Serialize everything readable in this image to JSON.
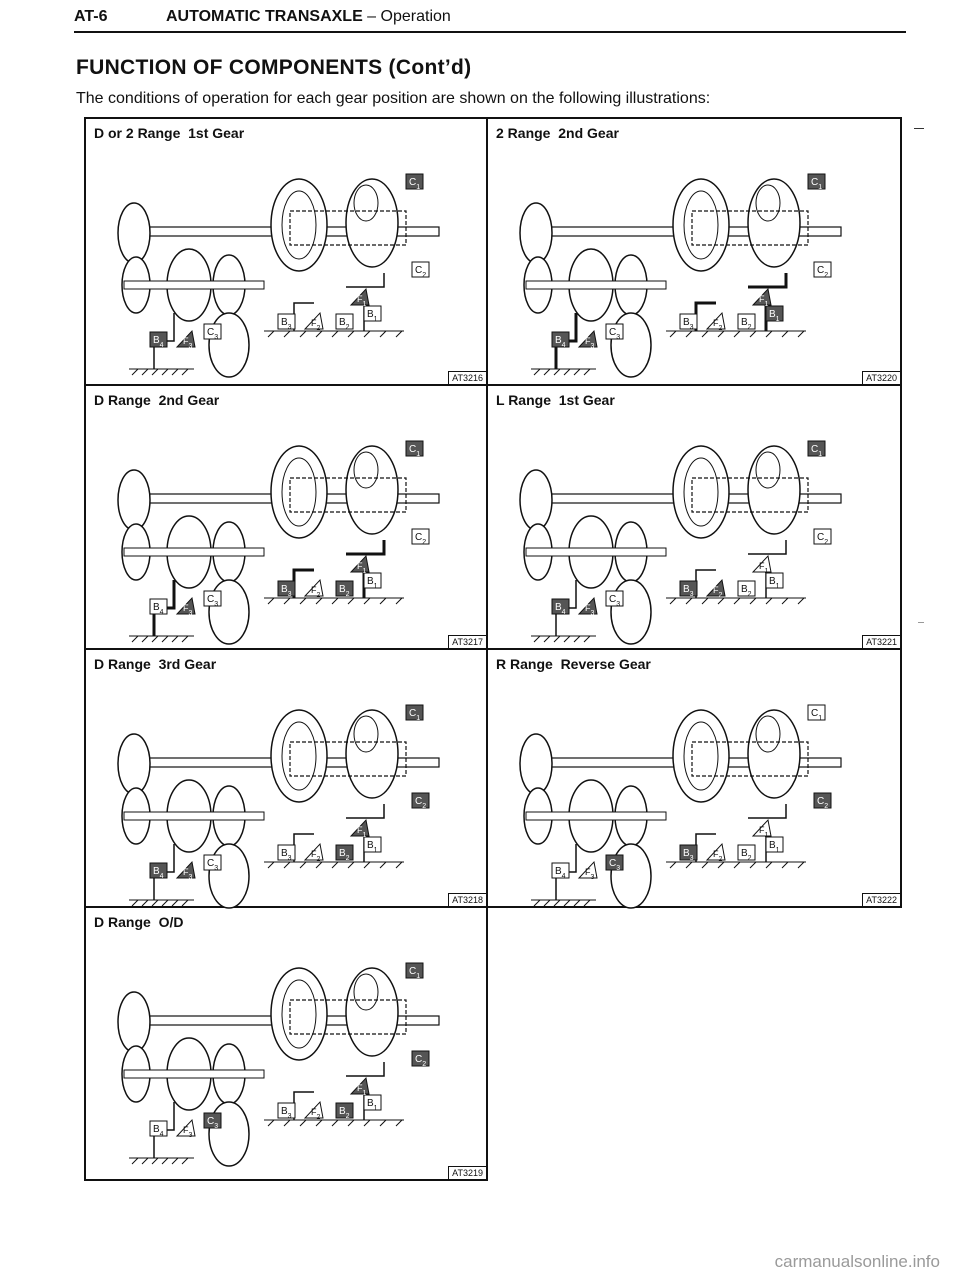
{
  "header": {
    "page_number": "AT-6",
    "section_bold": "AUTOMATIC TRANSAXLE",
    "section_rest": " – Operation"
  },
  "section_title": "FUNCTION OF COMPONENTS (Cont’d)",
  "intro": "The conditions of operation for each gear position are shown on the following illustrations:",
  "panels": [
    {
      "title": "D or 2 Range  1st Gear",
      "code": "AT3216"
    },
    {
      "title": "2 Range  2nd Gear",
      "code": "AT3220"
    },
    {
      "title": "D Range  2nd Gear",
      "code": "AT3217"
    },
    {
      "title": "L Range  1st Gear",
      "code": "AT3221"
    },
    {
      "title": "D Range  3rd Gear",
      "code": "AT3218"
    },
    {
      "title": "R Range  Reverse Gear",
      "code": "AT3222"
    },
    {
      "title": "D Range  O/D",
      "code": "AT3219"
    }
  ],
  "diagram_labels": {
    "c1": "C1",
    "c2": "C2",
    "c3": "C3",
    "b1": "B1",
    "b2": "B2",
    "b3": "B3",
    "b4": "B4",
    "f1": "F1",
    "f2": "F2",
    "f3": "F3"
  },
  "watermark": "carmanualsonline.info"
}
